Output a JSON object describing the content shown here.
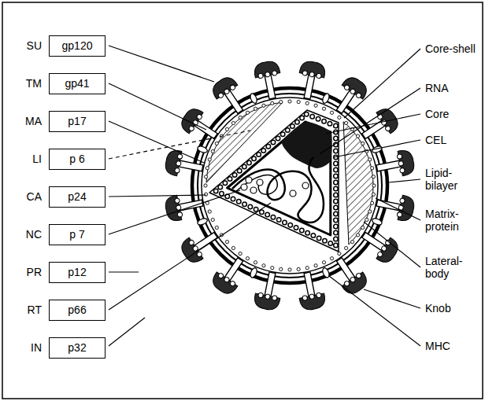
{
  "diagram": {
    "nodes": [
      {
        "text": [
          "SU",
          "gp120"
        ]
      },
      {
        "text": [
          "TM",
          "gp41"
        ]
      },
      {
        "text": [
          "MA",
          "p17"
        ]
      },
      {
        "text": [
          "LI",
          "p 6"
        ]
      },
      {
        "text": [
          "CA",
          "p24"
        ]
      },
      {
        "text": [
          "NC",
          "p 7"
        ]
      },
      {
        "text": [
          "PR",
          "p12"
        ]
      },
      {
        "text": [
          "RT",
          "p66"
        ]
      },
      {
        "text": [
          "IN",
          "p32"
        ]
      }
    ],
    "labels": [
      "Core-shell",
      "RNA",
      "Core",
      "CEL",
      "Lipid-bilayer",
      "Matrix-protein",
      "Lateral-body",
      "Knob",
      "MHC"
    ]
  }
}
